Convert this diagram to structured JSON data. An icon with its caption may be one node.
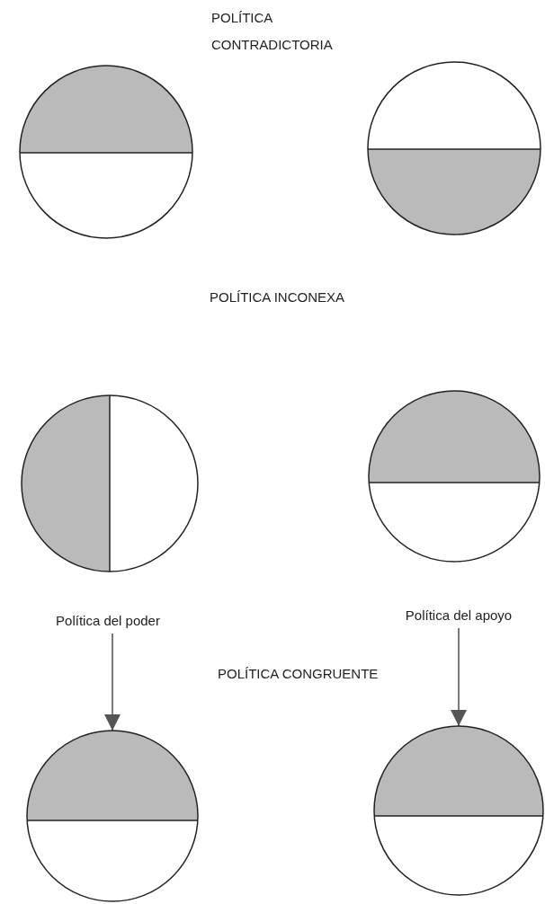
{
  "diagram": {
    "nodes": [
      {
        "text": [],
        "shape": "circle"
      },
      {
        "text": [],
        "shape": "circle"
      },
      {
        "text": [],
        "shape": "circle"
      },
      {
        "text": [],
        "shape": "circle"
      },
      {
        "text": [
          "Política del poder"
        ]
      },
      {
        "text": [
          "Política del apoyo"
        ]
      },
      {
        "text": [],
        "shape": "circle"
      },
      {
        "text": [],
        "shape": "circle"
      }
    ],
    "edges": [
      {
        "from": 4,
        "to": 6,
        "arrow": "to"
      },
      {
        "from": 5,
        "to": 7,
        "arrow": "to"
      }
    ],
    "labels": [
      "POLÍTICA CONTRADICTORIA",
      "POLÍTICA INCONEXA",
      "POLÍTICA CONGRUENTE"
    ]
  }
}
